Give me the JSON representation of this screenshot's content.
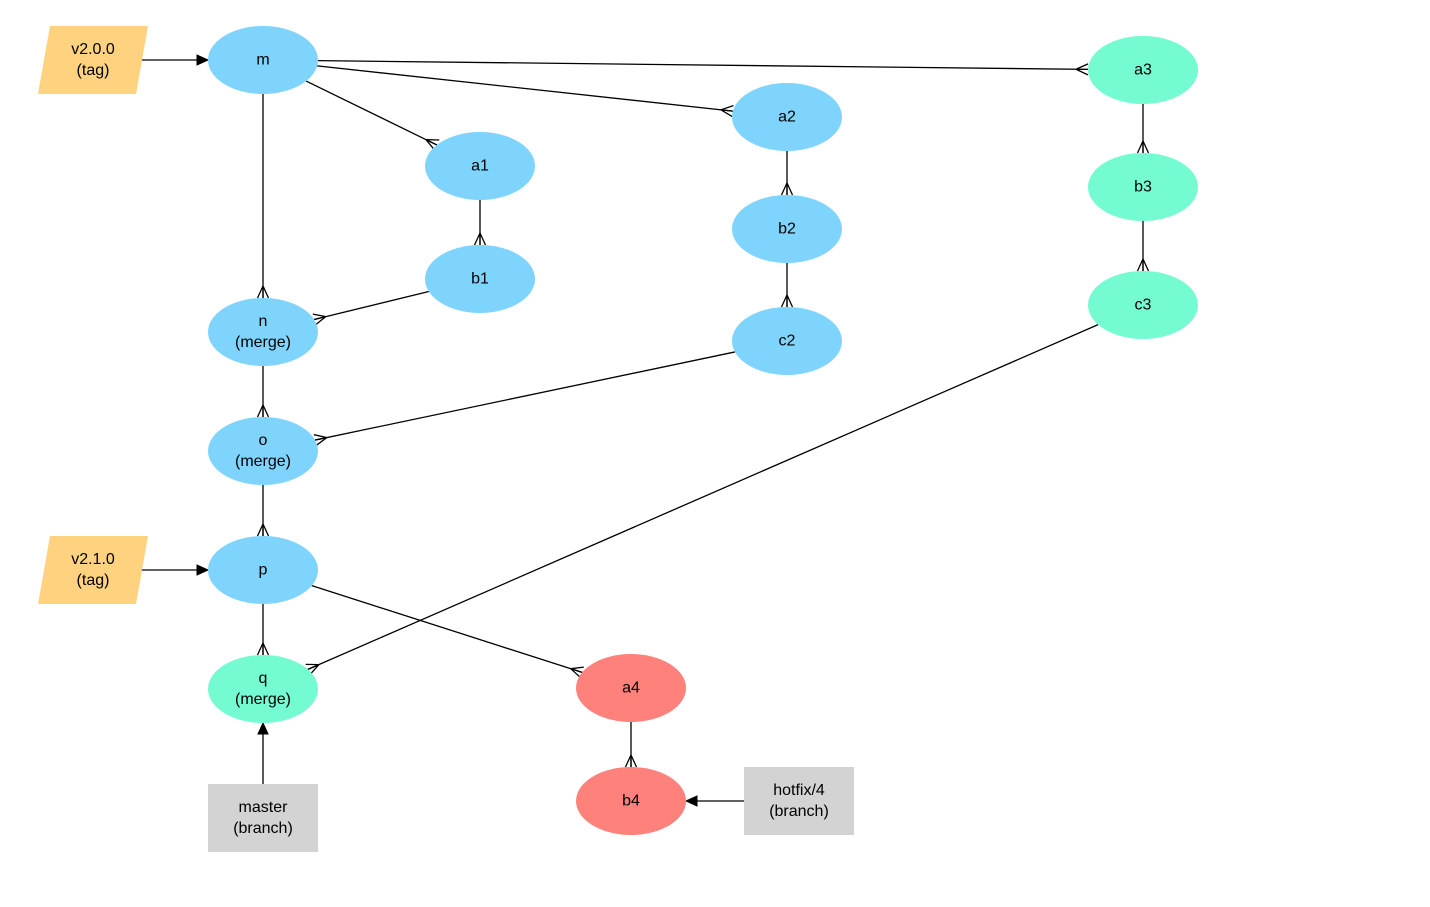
{
  "colors": {
    "commit_blue": "#7fd4fe",
    "commit_teal": "#75fbd2",
    "commit_red": "#fe817b",
    "tag": "#fed27f",
    "branch": "#d3d3d3",
    "edge": "#000000"
  },
  "diagram": {
    "commits": [
      {
        "id": "m",
        "lines": [
          "m"
        ],
        "color": "commit_blue"
      },
      {
        "id": "a1",
        "lines": [
          "a1"
        ],
        "color": "commit_blue"
      },
      {
        "id": "b1",
        "lines": [
          "b1"
        ],
        "color": "commit_blue"
      },
      {
        "id": "a2",
        "lines": [
          "a2"
        ],
        "color": "commit_blue"
      },
      {
        "id": "b2",
        "lines": [
          "b2"
        ],
        "color": "commit_blue"
      },
      {
        "id": "c2",
        "lines": [
          "c2"
        ],
        "color": "commit_blue"
      },
      {
        "id": "n",
        "lines": [
          "n",
          "(merge)"
        ],
        "color": "commit_blue"
      },
      {
        "id": "o",
        "lines": [
          "o",
          "(merge)"
        ],
        "color": "commit_blue"
      },
      {
        "id": "p",
        "lines": [
          "p"
        ],
        "color": "commit_blue"
      },
      {
        "id": "a3",
        "lines": [
          "a3"
        ],
        "color": "commit_teal"
      },
      {
        "id": "b3",
        "lines": [
          "b3"
        ],
        "color": "commit_teal"
      },
      {
        "id": "c3",
        "lines": [
          "c3"
        ],
        "color": "commit_teal"
      },
      {
        "id": "q",
        "lines": [
          "q",
          "(merge)"
        ],
        "color": "commit_teal"
      },
      {
        "id": "a4",
        "lines": [
          "a4"
        ],
        "color": "commit_red"
      },
      {
        "id": "b4",
        "lines": [
          "b4"
        ],
        "color": "commit_red"
      }
    ],
    "tags": [
      {
        "id": "v200",
        "lines": [
          "v2.0.0",
          "(tag)"
        ],
        "target": "m"
      },
      {
        "id": "v210",
        "lines": [
          "v2.1.0",
          "(tag)"
        ],
        "target": "p"
      }
    ],
    "branches": [
      {
        "id": "master",
        "lines": [
          "master",
          "(branch)"
        ],
        "target": "q"
      },
      {
        "id": "hotfix4",
        "lines": [
          "hotfix/4",
          "(branch)"
        ],
        "target": "b4"
      }
    ],
    "edges": [
      {
        "from": "m",
        "to": "n"
      },
      {
        "from": "m",
        "to": "a1"
      },
      {
        "from": "m",
        "to": "a2"
      },
      {
        "from": "m",
        "to": "a3"
      },
      {
        "from": "a1",
        "to": "b1"
      },
      {
        "from": "b1",
        "to": "n"
      },
      {
        "from": "a2",
        "to": "b2"
      },
      {
        "from": "b2",
        "to": "c2"
      },
      {
        "from": "c2",
        "to": "o"
      },
      {
        "from": "n",
        "to": "o"
      },
      {
        "from": "o",
        "to": "p"
      },
      {
        "from": "a3",
        "to": "b3"
      },
      {
        "from": "b3",
        "to": "c3"
      },
      {
        "from": "c3",
        "to": "q"
      },
      {
        "from": "p",
        "to": "q"
      },
      {
        "from": "p",
        "to": "a4"
      },
      {
        "from": "a4",
        "to": "b4"
      }
    ]
  }
}
